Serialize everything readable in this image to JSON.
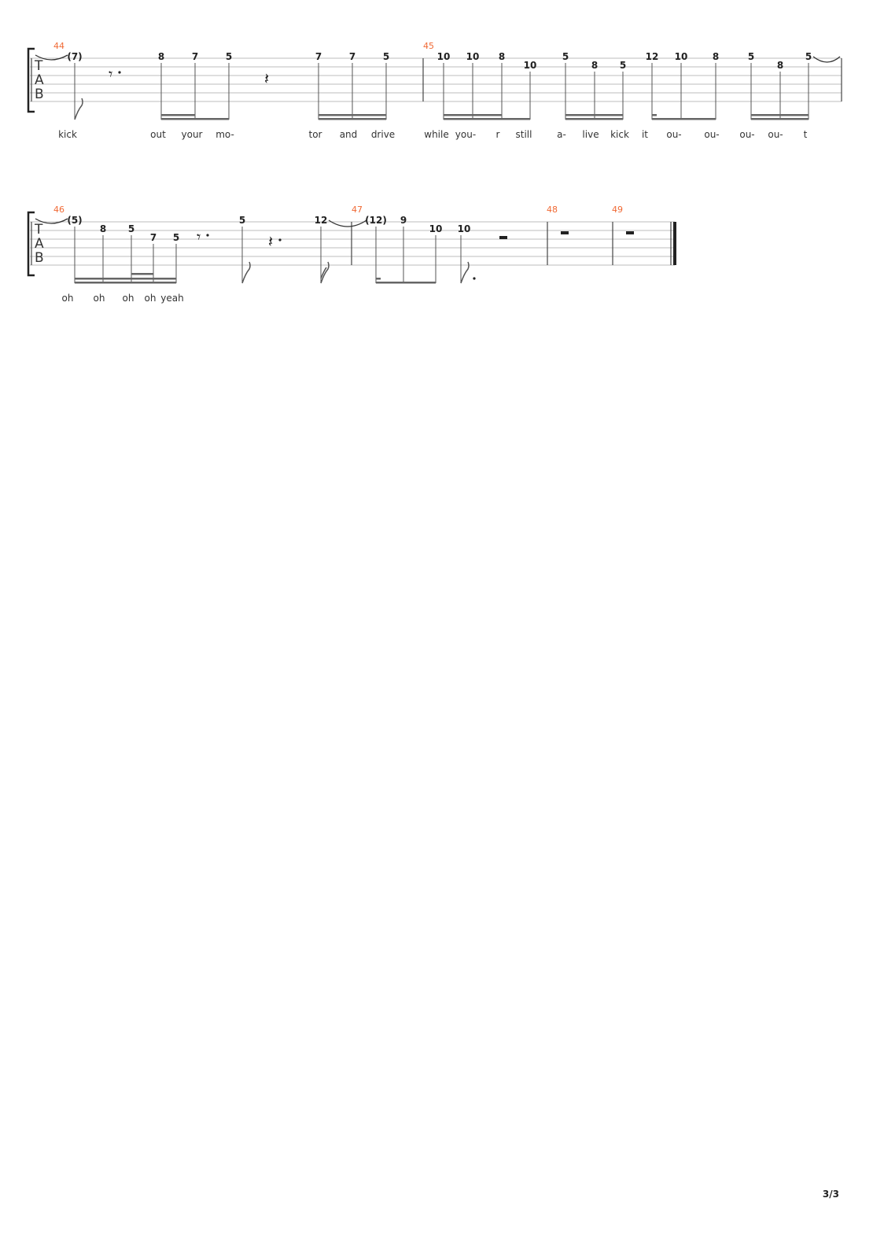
{
  "page": {
    "number": "3/3"
  },
  "tab_label": [
    "T",
    "A",
    "B"
  ],
  "systems": [
    {
      "measures": [
        "44",
        "45"
      ],
      "notes": [
        "(7)",
        "8",
        "7",
        "5",
        "7",
        "7",
        "5",
        "10",
        "10",
        "8",
        "10",
        "5",
        "8",
        "5",
        "12",
        "10",
        "8",
        "5",
        "8",
        "5"
      ],
      "lyrics": [
        "kick",
        "out",
        "your",
        "mo-",
        "tor",
        "and",
        "drive",
        "while",
        "you-",
        "r",
        "still",
        "a-",
        "live",
        "kick",
        "it",
        "ou-",
        "ou-",
        "ou-",
        "ou-",
        "t"
      ]
    },
    {
      "measures": [
        "46",
        "47",
        "48",
        "49"
      ],
      "notes": [
        "(5)",
        "8",
        "5",
        "7",
        "5",
        "5",
        "12",
        "(12)",
        "9",
        "10",
        "10"
      ],
      "lyrics": [
        "oh",
        "oh",
        "oh",
        "oh",
        "yeah"
      ]
    }
  ]
}
